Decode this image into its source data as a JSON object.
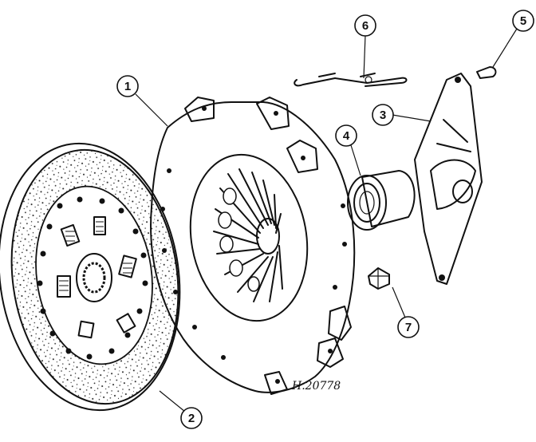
{
  "diagram": {
    "reference_code": "H.20778",
    "callouts": [
      {
        "id": "1",
        "label": "1"
      },
      {
        "id": "2",
        "label": "2"
      },
      {
        "id": "3",
        "label": "3"
      },
      {
        "id": "4",
        "label": "4"
      },
      {
        "id": "5",
        "label": "5"
      },
      {
        "id": "6",
        "label": "6"
      },
      {
        "id": "7",
        "label": "7"
      }
    ]
  }
}
